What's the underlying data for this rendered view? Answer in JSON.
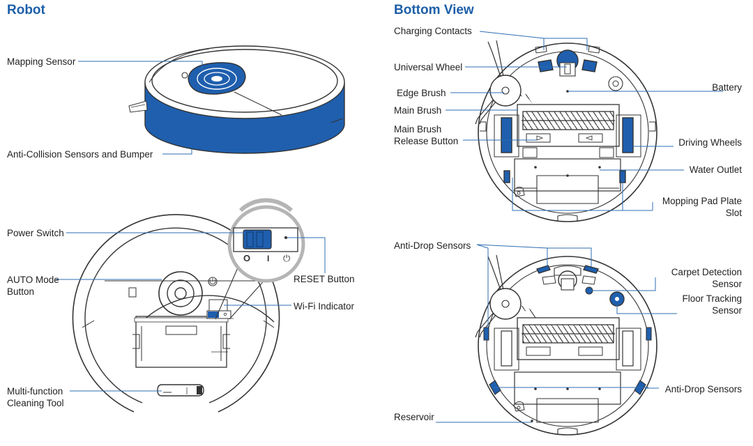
{
  "colors": {
    "accent": "#1f5fae",
    "heading": "#1d5fa8",
    "leader": "#2d6db3",
    "outline": "#333333"
  },
  "robot": {
    "title": "Robot",
    "labels": {
      "mapping_sensor": "Mapping Sensor",
      "bumper": "Anti-Collision Sensors and Bumper",
      "power_switch": "Power Switch",
      "auto_mode": "AUTO Mode\nButton",
      "reset_button": "RESET Button",
      "wifi_indicator": "Wi-Fi Indicator",
      "cleaning_tool": "Multi-function\nCleaning Tool"
    },
    "switch_symbols": [
      "O",
      "I",
      "⏻"
    ]
  },
  "bottom_view": {
    "title": "Bottom View",
    "labels": {
      "charging_contacts": "Charging Contacts",
      "universal_wheel": "Universal Wheel",
      "edge_brush": "Edge Brush",
      "main_brush": "Main Brush",
      "main_brush_release": "Main Brush\nRelease Button",
      "battery": "Battery",
      "driving_wheels": "Driving Wheels",
      "water_outlet": "Water Outlet",
      "mopping_pad_slot": "Mopping Pad Plate\nSlot",
      "anti_drop_top": "Anti-Drop Sensors",
      "carpet_detection": "Carpet Detection\nSensor",
      "floor_tracking": "Floor Tracking\nSensor",
      "anti_drop_bottom": "Anti-Drop Sensors",
      "reservoir": "Reservoir"
    }
  }
}
